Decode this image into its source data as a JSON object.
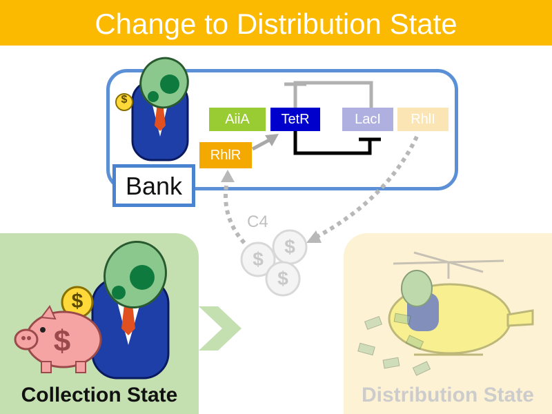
{
  "title": "Change to Distribution State",
  "bank_label": "Bank",
  "genes": {
    "aiia": "AiiA",
    "tetr": "TetR",
    "laci": "LacI",
    "rhli": "RhlI",
    "rhlr": "RhlR"
  },
  "signal_label": "C4",
  "coin_symbol": "$",
  "states": {
    "collection": "Collection State",
    "distribution": "Distribution State"
  },
  "colors": {
    "title_bar": "#fbb900",
    "bank_frame": "#5b8fd6",
    "aiia": "#99cc33",
    "tetr": "#0000cc",
    "laci": "#b0b0e0",
    "rhli": "#fbe5b4",
    "rhlr": "#f4a900",
    "collection_panel": "#c4e0b1",
    "distribution_panel": "#fdf2d4"
  }
}
